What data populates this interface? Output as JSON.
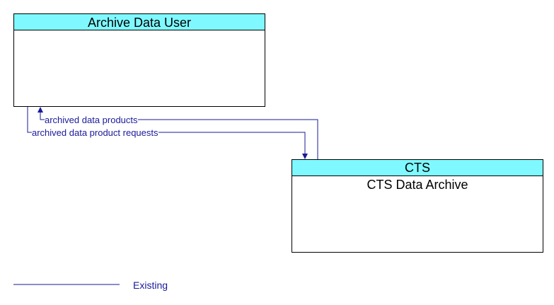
{
  "entities": {
    "archive_data_user": {
      "header": "",
      "title": "Archive Data User"
    },
    "cts_data_archive": {
      "header": "CTS",
      "title": "CTS Data Archive"
    }
  },
  "flows": {
    "products": "archived data products",
    "requests": "archived data product requests"
  },
  "legend": {
    "existing": "Existing"
  },
  "colors": {
    "header_fill": "#7ff9ff",
    "flow_line": "#1a1a99",
    "border": "#000000"
  }
}
